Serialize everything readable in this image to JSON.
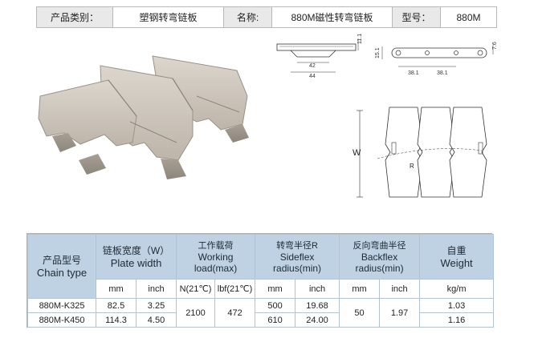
{
  "info": {
    "category_label": "产品类别：",
    "category_value": "塑钢转弯链板",
    "name_label": "名称:",
    "name_value": "880M磁性转弯链板",
    "model_label": "型号：",
    "model_value": "880M"
  },
  "top_drawing": {
    "dims": [
      "42",
      "44",
      "15.1",
      "11.1",
      "38.1",
      "38.1",
      "7.6"
    ]
  },
  "side_drawing": {
    "width_label": "W",
    "radius_label": "R"
  },
  "colors": {
    "chain": "#c9c2b8",
    "header_bg": "#bed2e4"
  },
  "spec_table": {
    "headers": {
      "model_cn": "产品型号",
      "model_en": "Chain type",
      "width_cn": "链板宽度（W）",
      "width_en": "Plate width",
      "load_cn": "工作载荷",
      "load_en": "Working load(max)",
      "side_cn": "转弯半径R",
      "side_en": "Sideflex radius(min)",
      "back_cn": "反向弯曲半径",
      "back_en": "Backflex radius(min)",
      "weight_cn": "自重",
      "weight_en": "Weight"
    },
    "units": {
      "w_mm": "mm",
      "w_inch": "inch",
      "load_n": "N(21℃)",
      "load_lbf": "lbf(21℃)",
      "side_mm": "mm",
      "side_inch": "inch",
      "back_mm": "mm",
      "back_inch": "inch",
      "weight": "kg/m"
    },
    "rows": [
      {
        "model": "880M-K325",
        "w_mm": "82.5",
        "w_inch": "3.25",
        "side_mm": "500",
        "side_inch": "19.68",
        "weight": "1.03"
      },
      {
        "model": "880M-K450",
        "w_mm": "114.3",
        "w_inch": "4.50",
        "side_mm": "610",
        "side_inch": "24.00",
        "weight": "1.16"
      }
    ],
    "shared": {
      "load_n": "2100",
      "load_lbf": "472",
      "back_mm": "50",
      "back_inch": "1.97"
    }
  }
}
